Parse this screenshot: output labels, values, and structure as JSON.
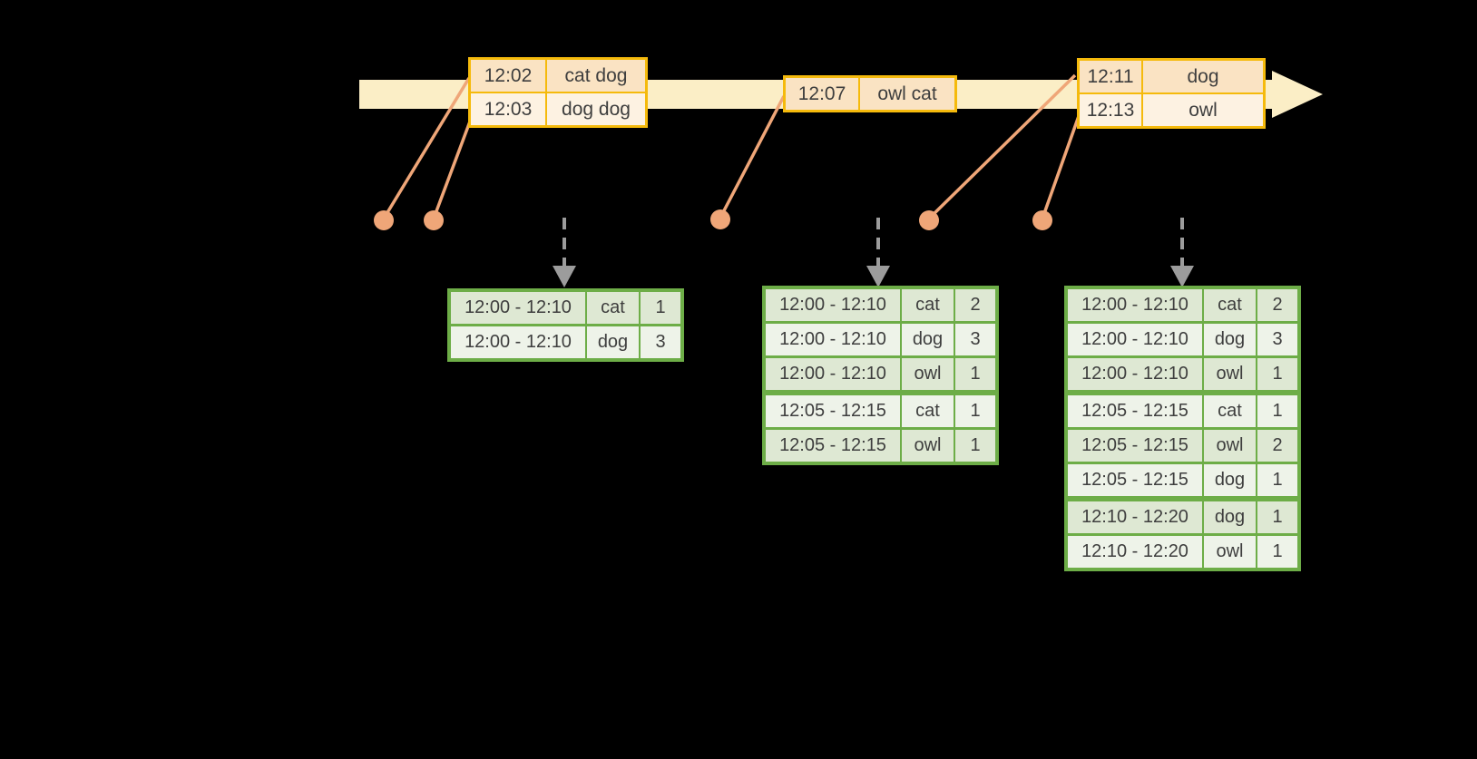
{
  "colors": {
    "background": "#000000",
    "timeline_fill": "#fbeec6",
    "event_table_border": "#f5ba0c",
    "event_row_peach": "#fae3c3",
    "event_row_cream": "#fdf2e2",
    "leader_line": "#efa678",
    "trigger_arrow": "#9c9c9c",
    "result_table_border": "#6dad47",
    "result_row_dark": "#dee8d3",
    "result_row_light": "#eef3e9",
    "text": "#3e3e3e"
  },
  "event_tables": [
    {
      "rows": [
        {
          "time": "12:02",
          "words": "cat dog"
        },
        {
          "time": "12:03",
          "words": "dog dog"
        }
      ]
    },
    {
      "rows": [
        {
          "time": "12:07",
          "words": "owl cat"
        }
      ]
    },
    {
      "rows": [
        {
          "time": "12:11",
          "words": "dog"
        },
        {
          "time": "12:13",
          "words": "owl"
        }
      ]
    }
  ],
  "result_tables": [
    {
      "rows": [
        {
          "window": "12:00 - 12:10",
          "word": "cat",
          "count": "1"
        },
        {
          "window": "12:00 - 12:10",
          "word": "dog",
          "count": "3"
        }
      ]
    },
    {
      "rows": [
        {
          "window": "12:00 - 12:10",
          "word": "cat",
          "count": "2"
        },
        {
          "window": "12:00 - 12:10",
          "word": "dog",
          "count": "3"
        },
        {
          "window": "12:00 - 12:10",
          "word": "owl",
          "count": "1"
        },
        {
          "window": "12:05 - 12:15",
          "word": "cat",
          "count": "1"
        },
        {
          "window": "12:05 - 12:15",
          "word": "owl",
          "count": "1"
        }
      ]
    },
    {
      "rows": [
        {
          "window": "12:00 - 12:10",
          "word": "cat",
          "count": "2"
        },
        {
          "window": "12:00 - 12:10",
          "word": "dog",
          "count": "3"
        },
        {
          "window": "12:00 - 12:10",
          "word": "owl",
          "count": "1"
        },
        {
          "window": "12:05 - 12:15",
          "word": "cat",
          "count": "1"
        },
        {
          "window": "12:05 - 12:15",
          "word": "owl",
          "count": "2"
        },
        {
          "window": "12:05 - 12:15",
          "word": "dog",
          "count": "1"
        },
        {
          "window": "12:10 - 12:20",
          "word": "dog",
          "count": "1"
        },
        {
          "window": "12:10 - 12:20",
          "word": "owl",
          "count": "1"
        }
      ]
    }
  ]
}
